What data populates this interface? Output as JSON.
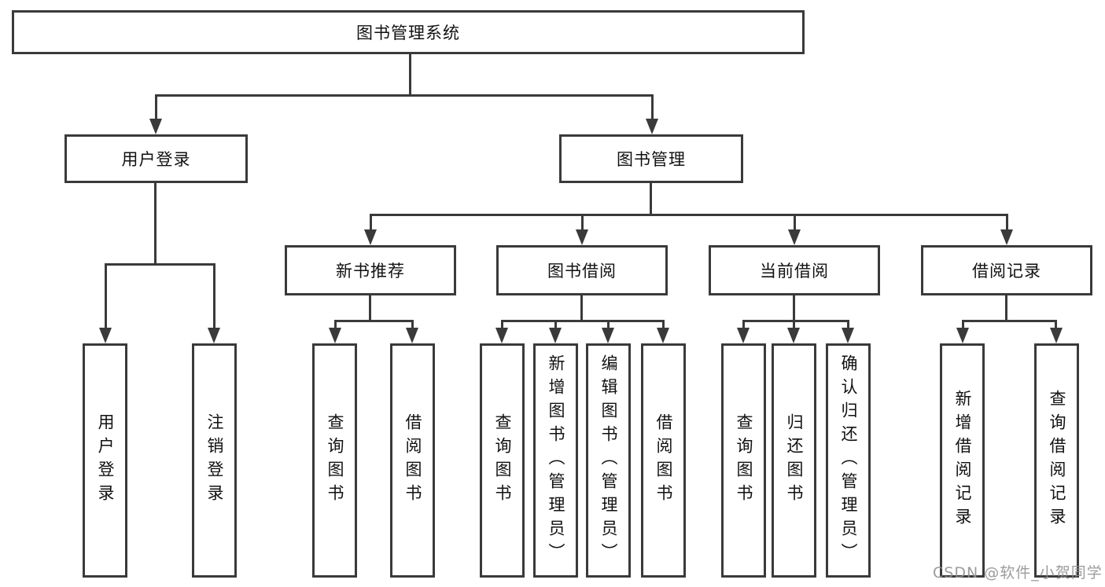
{
  "tree": {
    "root": {
      "label": "图书管理系统"
    },
    "branches": [
      {
        "label": "用户登录",
        "children": [
          {
            "label": "用户登录"
          },
          {
            "label": "注销登录"
          }
        ]
      },
      {
        "label": "图书管理"
      }
    ],
    "modules": [
      {
        "label": "新书推荐",
        "children": [
          {
            "label": "查询图书"
          },
          {
            "label": "借阅图书"
          }
        ]
      },
      {
        "label": "图书借阅",
        "children": [
          {
            "label": "查询图书"
          },
          {
            "label": "新增图书（管理员）"
          },
          {
            "label": "编辑图书（管理员）"
          },
          {
            "label": "借阅图书"
          }
        ]
      },
      {
        "label": "当前借阅",
        "children": [
          {
            "label": "查询图书"
          },
          {
            "label": "归还图书"
          },
          {
            "label": "确认归还（管理员）"
          }
        ]
      },
      {
        "label": "借阅记录",
        "children": [
          {
            "label": "新增借阅记录"
          },
          {
            "label": "查询借阅记录"
          }
        ]
      }
    ]
  },
  "watermark": {
    "text": "CSDN @软件_小贺同学"
  },
  "colors": {
    "line": "#3a3a3a",
    "box_border": "#3a3a3a",
    "box_fill": "#ffffff",
    "text": "#111111",
    "watermark": "#919191",
    "background": "#ffffff"
  }
}
